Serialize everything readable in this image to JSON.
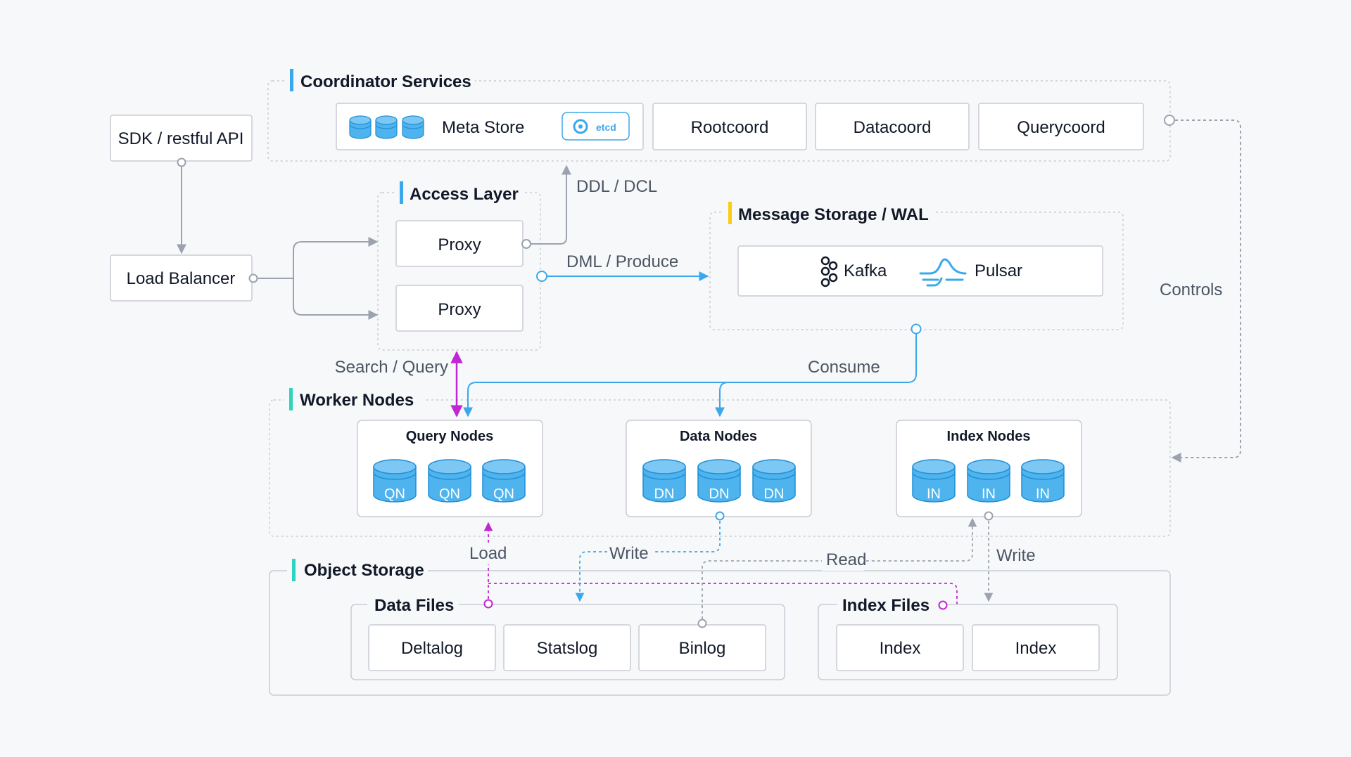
{
  "client": {
    "sdk": "SDK / restful API",
    "load_balancer": "Load Balancer"
  },
  "coordinator": {
    "title": "Coordinator Services",
    "meta_store": "Meta Store",
    "etcd_badge": "etcd",
    "rootcoord": "Rootcoord",
    "datacoord": "Datacoord",
    "querycoord": "Querycoord"
  },
  "access_layer": {
    "title": "Access Layer",
    "proxy_1": "Proxy",
    "proxy_2": "Proxy"
  },
  "message_storage": {
    "title": "Message Storage / WAL",
    "kafka": "Kafka",
    "pulsar": "Pulsar"
  },
  "flows": {
    "ddl_dcl": "DDL / DCL",
    "dml_produce": "DML / Produce",
    "search_query": "Search / Query",
    "consume": "Consume",
    "controls": "Controls",
    "load": "Load",
    "write_data": "Write",
    "read": "Read",
    "write_index": "Write"
  },
  "worker": {
    "title": "Worker Nodes",
    "query_nodes": {
      "title": "Query Nodes",
      "items": [
        "QN",
        "QN",
        "QN"
      ]
    },
    "data_nodes": {
      "title": "Data Nodes",
      "items": [
        "DN",
        "DN",
        "DN"
      ]
    },
    "index_nodes": {
      "title": "Index Nodes",
      "items": [
        "IN",
        "IN",
        "IN"
      ]
    }
  },
  "object_storage": {
    "title": "Object Storage",
    "data_files": {
      "title": "Data Files",
      "items": [
        "Deltalog",
        "Statslog",
        "Binlog"
      ]
    },
    "index_files": {
      "title": "Index Files",
      "items": [
        "Index",
        "Index"
      ]
    }
  },
  "colors": {
    "accent_blue": "#3ba8ec",
    "accent_purple": "#c026d3",
    "accent_teal": "#2dd4bf",
    "accent_yellow": "#facc15",
    "line_gray": "#9ca3af"
  }
}
